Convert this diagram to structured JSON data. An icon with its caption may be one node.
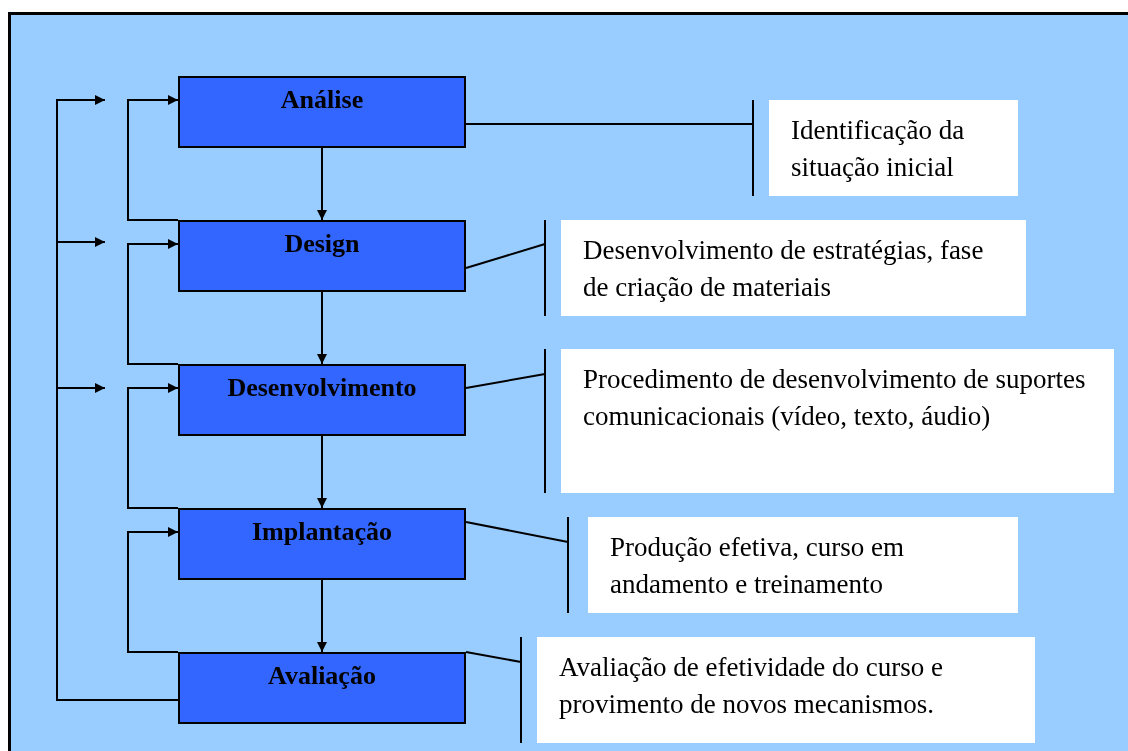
{
  "diagram": {
    "nodes": [
      {
        "text": [
          "Análise"
        ]
      },
      {
        "text": [
          "Design"
        ]
      },
      {
        "text": [
          "Desenvolvimento"
        ]
      },
      {
        "text": [
          "Implantação"
        ]
      },
      {
        "text": [
          "Avaliação"
        ]
      },
      {
        "text": [
          "Identificação da situação inicial"
        ]
      },
      {
        "text": [
          "Desenvolvimento de estratégias, fase de criação de materiais"
        ]
      },
      {
        "text": [
          "Procedimento de desenvolvimento de suportes comunicacionais (vídeo, texto, áudio)"
        ]
      },
      {
        "text": [
          "Produção efetiva, curso em andamento e treinamento"
        ]
      },
      {
        "text": [
          "Avaliação de efetividade do curso e provimento de novos mecanismos."
        ]
      }
    ],
    "edges": [
      {
        "from": 0,
        "to": 1,
        "arrow": "to"
      },
      {
        "from": 1,
        "to": 2,
        "arrow": "to"
      },
      {
        "from": 2,
        "to": 3,
        "arrow": "to"
      },
      {
        "from": 3,
        "to": 4,
        "arrow": "to"
      },
      {
        "from": 1,
        "to": 0,
        "arrow": "to"
      },
      {
        "from": 2,
        "to": 1,
        "arrow": "to"
      },
      {
        "from": 3,
        "to": 2,
        "arrow": "to"
      },
      {
        "from": 4,
        "to": 3,
        "arrow": "to"
      },
      {
        "from": 4,
        "to": null,
        "arrow": "to"
      },
      {
        "from": 4,
        "to": null,
        "arrow": "to"
      },
      {
        "from": 4,
        "to": null,
        "arrow": "to"
      },
      {
        "from": 0,
        "to": 5,
        "arrow": "other"
      },
      {
        "from": 1,
        "to": 6,
        "arrow": "other"
      },
      {
        "from": 2,
        "to": 7,
        "arrow": "other"
      },
      {
        "from": 3,
        "to": 8,
        "arrow": "other"
      },
      {
        "from": 4,
        "to": 9,
        "arrow": "other"
      }
    ]
  }
}
